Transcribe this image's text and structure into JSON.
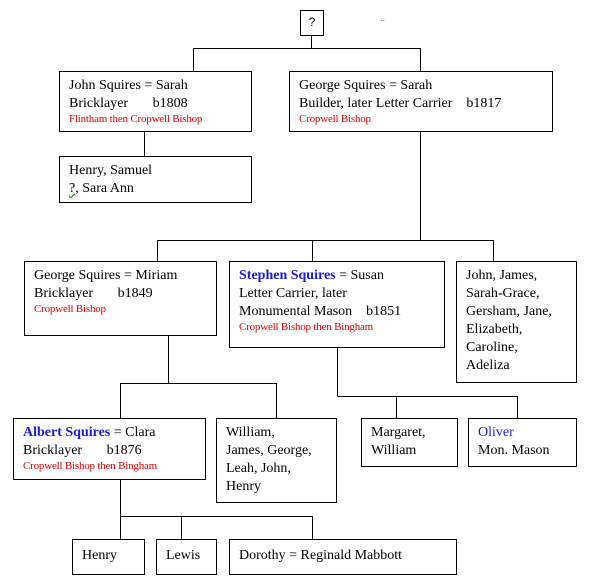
{
  "root": {
    "label": "?"
  },
  "dots": "..",
  "john": {
    "line1": "John Squires = Sarah",
    "line2": "Bricklayer       b1808",
    "place": "Flintham then Cropwell Bishop"
  },
  "john_children": {
    "line1": "Henry, Samuel",
    "line2_q": "?",
    "line2_rest": ", Sara Ann"
  },
  "george1": {
    "line1": "George Squires = Sarah",
    "line2": "Builder, later Letter Carrier    b1817",
    "place": "Cropwell Bishop"
  },
  "george2": {
    "line1": "George Squires = Miriam",
    "line2": "Bricklayer       b1849",
    "place": "Cropwell Bishop"
  },
  "stephen": {
    "name": "Stephen Squires",
    "spouse": " = Susan",
    "line2": "Letter Carrier, later",
    "line3": "Monumental Mason    b1851",
    "place": "Cropwell Bishop then Bingham"
  },
  "george1_others": [
    "John, James,",
    "Sarah-Grace,",
    "Gersham, Jane,",
    "Elizabeth,",
    "Caroline,",
    "Adeliza"
  ],
  "albert": {
    "name": "Albert Squires",
    "spouse": " = Clara",
    "line2": "Bricklayer       b1876",
    "place": "Cropwell Bishop then Bingham"
  },
  "george2_others": [
    "William,",
    "James, George,",
    "Leah, John,",
    "Henry"
  ],
  "stephen_children": [
    "Margaret,",
    "William"
  ],
  "oliver": {
    "name": "Oliver",
    "occupation": "Mon. Mason"
  },
  "albert_children": {
    "henry": "Henry",
    "lewis": "Lewis",
    "dorothy": "Dorothy = Reginald Mabbott"
  }
}
